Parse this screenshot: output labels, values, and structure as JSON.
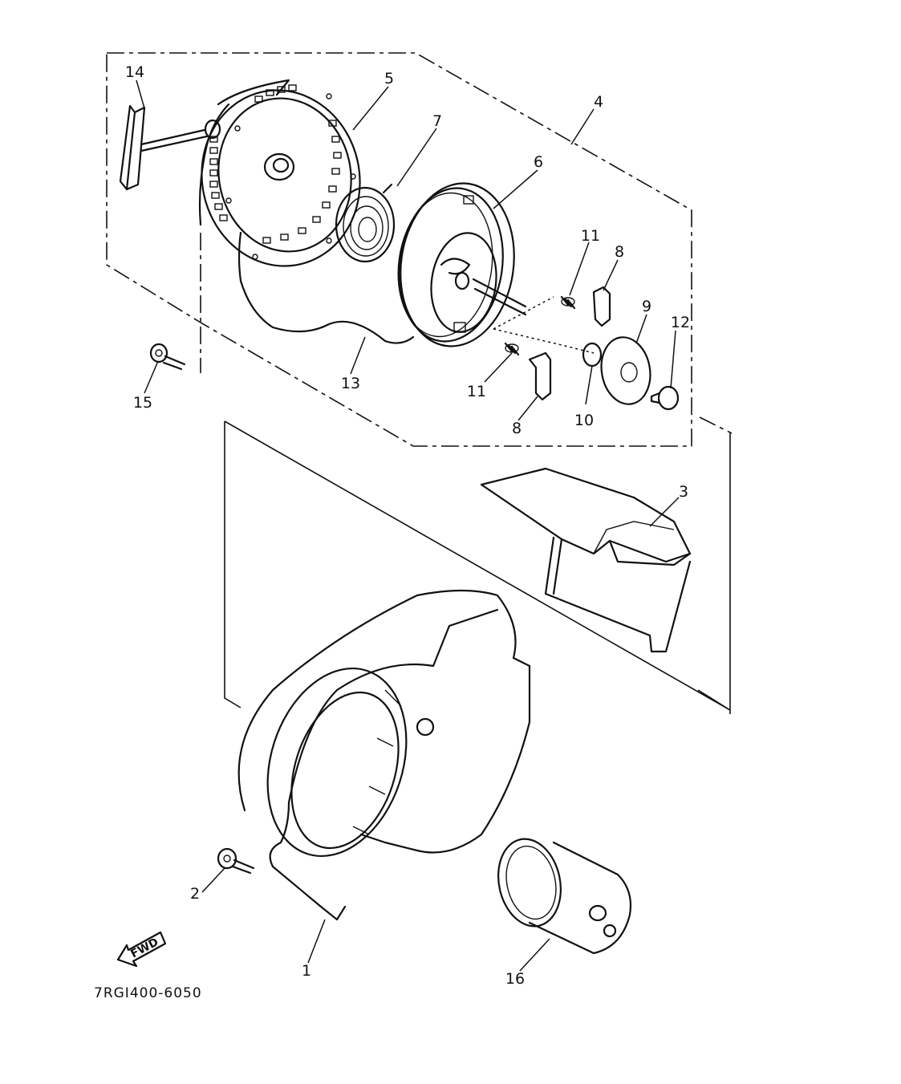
{
  "diagram": {
    "code": "7RGI400-6050",
    "direction": "FWD",
    "callouts": {
      "p1": "1",
      "p2": "2",
      "p3": "3",
      "p4": "4",
      "p5": "5",
      "p6": "6",
      "p7": "7",
      "p8a": "8",
      "p8b": "8",
      "p9": "9",
      "p10": "10",
      "p11a": "11",
      "p11b": "11",
      "p12": "12",
      "p13": "13",
      "p14": "14",
      "p15": "15",
      "p16": "16"
    }
  }
}
